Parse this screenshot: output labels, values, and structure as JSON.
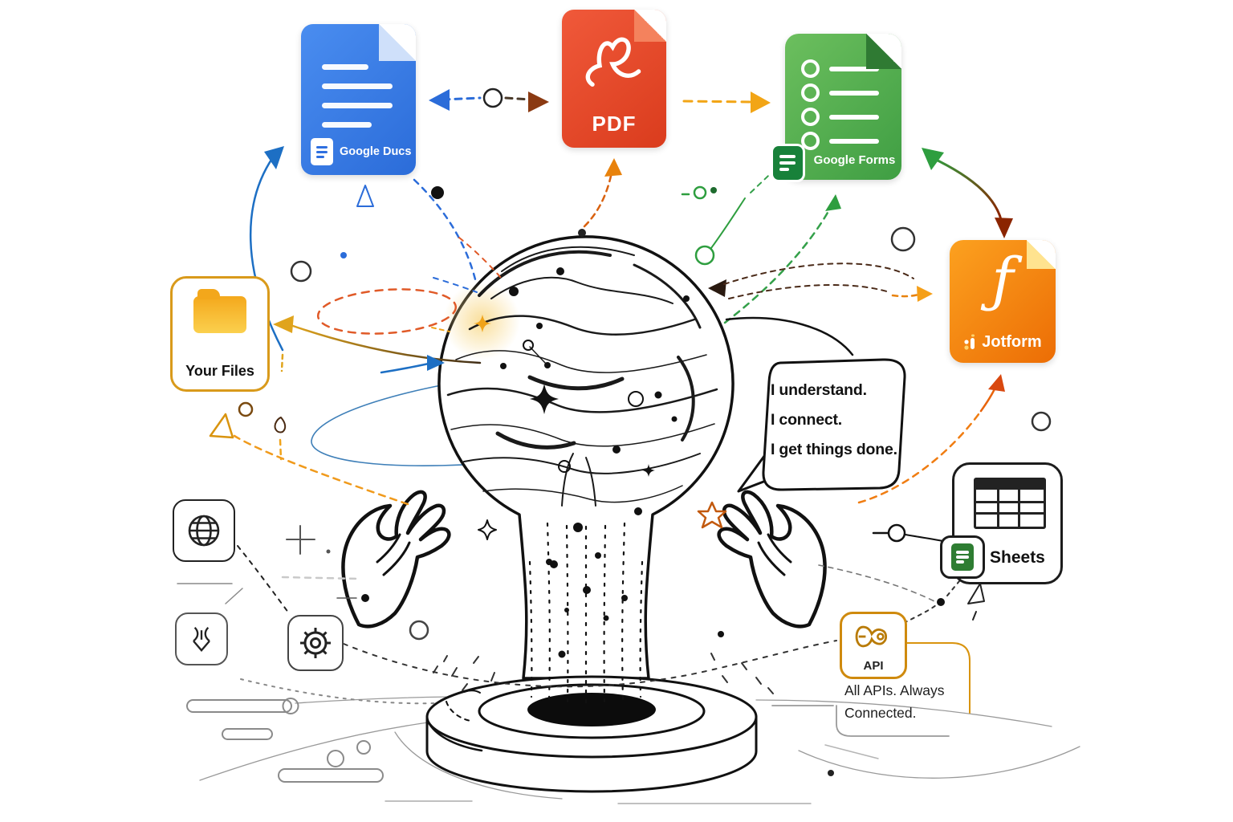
{
  "cards": {
    "google_docs": {
      "label": "Google Ducs",
      "color": "#2b6cd9"
    },
    "pdf": {
      "label": "PDF",
      "color": "#e04427"
    },
    "google_forms": {
      "label": "Google Forms",
      "color": "#43a047"
    },
    "jotform": {
      "label": "Jotform",
      "glyph": "ƒ",
      "color": "#f28c0f"
    },
    "your_files": {
      "label": "Your Files",
      "accent": "#d99a1b"
    },
    "sheets": {
      "label": "Sheets",
      "accent": "#2e7d32"
    },
    "api": {
      "label": "API",
      "accent": "#cf8a0e",
      "tagline_line1": "All APIs. Always",
      "tagline_line2": "Connected."
    }
  },
  "speech_bubble": {
    "line1": "I understand.",
    "line2": "I connect.",
    "line3": "I get things done."
  },
  "icons": {
    "docs-doc-icon": "css-white-doc-with-blue-lines",
    "pdf-acrobat-icon": "svg-acrobat-loop",
    "forms-doc-icon": "css-green-doc-with-white-lines",
    "jotform-script-f-icon": "glyph-ƒ",
    "jotform-mark-icon": "svg-dots-mark",
    "folder-icon": "css-yellow-folder",
    "table-icon": "css-grid-table",
    "sheets-doc-icon": "css-green-doc-with-white-lines",
    "globe-icon": "svg-globe",
    "download-icon": "svg-curled-down-arrow",
    "gear-icon": "svg-gear",
    "api-key-icon": "svg-key-fob",
    "brain-sphere": "svg-line-art",
    "hands": "svg-line-art",
    "pedestal-base": "svg-line-art"
  },
  "palette": {
    "blue": "#1d6fc4",
    "orange": "#f2a516",
    "deep_orange": "#e05a28",
    "green": "#2e9e3f",
    "dark_red": "#8b2500",
    "gold": "#e0a41c",
    "brown": "#4a2a18",
    "ink": "#111111"
  }
}
